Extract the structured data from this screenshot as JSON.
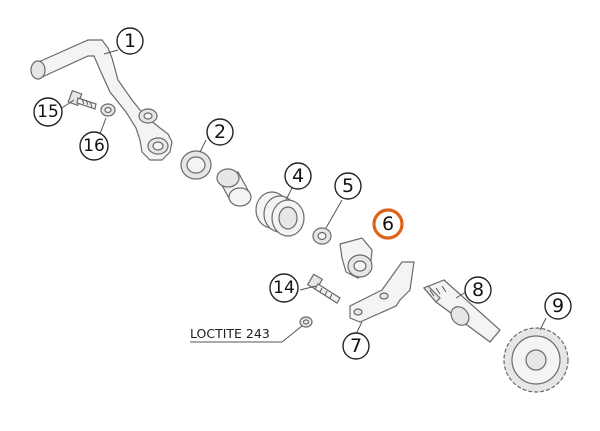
{
  "diagram": {
    "callouts": [
      {
        "id": "1",
        "label": "1"
      },
      {
        "id": "2",
        "label": "2"
      },
      {
        "id": "4",
        "label": "4"
      },
      {
        "id": "5",
        "label": "5"
      },
      {
        "id": "6",
        "label": "6",
        "highlighted": true
      },
      {
        "id": "7",
        "label": "7"
      },
      {
        "id": "8",
        "label": "8"
      },
      {
        "id": "9",
        "label": "9"
      },
      {
        "id": "14",
        "label": "14"
      },
      {
        "id": "15",
        "label": "15"
      },
      {
        "id": "16",
        "label": "16"
      }
    ],
    "annotation": "LOCTITE 243",
    "highlight_color": "#e0621a"
  }
}
